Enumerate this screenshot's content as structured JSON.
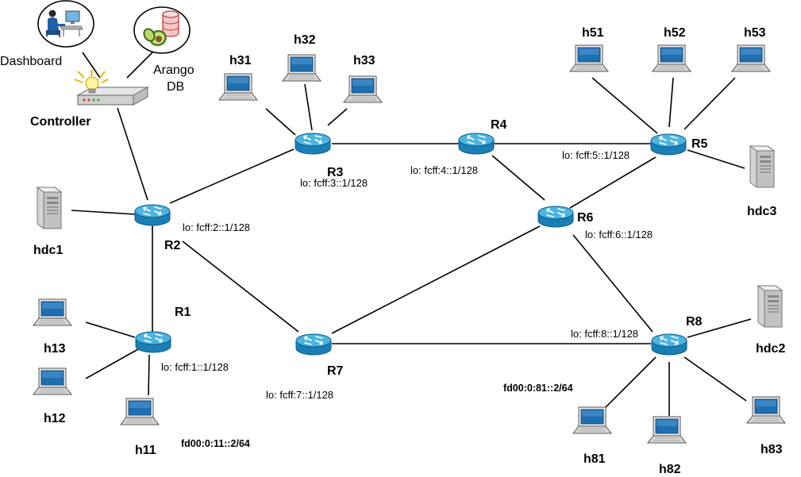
{
  "routers": [
    {
      "id": "R1",
      "label": "R1",
      "lo": "lo: fcff:1::1/128"
    },
    {
      "id": "R2",
      "label": "R2",
      "lo": "lo: fcff:2::1/128"
    },
    {
      "id": "R3",
      "label": "R3",
      "lo": "lo: fcff:3::1/128"
    },
    {
      "id": "R4",
      "label": "R4",
      "lo": "lo: fcff:4::1/128"
    },
    {
      "id": "R5",
      "label": "R5",
      "lo": "lo: fcff:5::1/128"
    },
    {
      "id": "R6",
      "label": "R6",
      "lo": "lo: fcff:6::1/128"
    },
    {
      "id": "R7",
      "label": "R7",
      "lo": "lo: fcff:7::1/128"
    },
    {
      "id": "R8",
      "label": "R8",
      "lo": "lo: fcff:8::1/128"
    }
  ],
  "hosts": [
    {
      "id": "h11",
      "label": "h11"
    },
    {
      "id": "h12",
      "label": "h12"
    },
    {
      "id": "h13",
      "label": "h13"
    },
    {
      "id": "h31",
      "label": "h31"
    },
    {
      "id": "h32",
      "label": "h32"
    },
    {
      "id": "h33",
      "label": "h33"
    },
    {
      "id": "h51",
      "label": "h51"
    },
    {
      "id": "h52",
      "label": "h52"
    },
    {
      "id": "h53",
      "label": "h53"
    },
    {
      "id": "h81",
      "label": "h81"
    },
    {
      "id": "h82",
      "label": "h82"
    },
    {
      "id": "h83",
      "label": "h83"
    }
  ],
  "servers": [
    {
      "id": "hdc1",
      "label": "hdc1"
    },
    {
      "id": "hdc2",
      "label": "hdc2"
    },
    {
      "id": "hdc3",
      "label": "hdc3"
    }
  ],
  "controller": {
    "label": "Controller"
  },
  "dashboard": {
    "label": "Dashboard"
  },
  "arangodb": {
    "label_line1": "Arango",
    "label_line2": "DB"
  },
  "prefixes": {
    "r1_hosts": "fd00:0:11::2/64",
    "r8_hosts": "fd00:0:81::2/64"
  },
  "links": [
    [
      "R1",
      "R2"
    ],
    [
      "R2",
      "R3"
    ],
    [
      "R2",
      "R7"
    ],
    [
      "R3",
      "R4"
    ],
    [
      "R4",
      "R5"
    ],
    [
      "R4",
      "R6"
    ],
    [
      "R5",
      "R6"
    ],
    [
      "R6",
      "R7"
    ],
    [
      "R6",
      "R8"
    ],
    [
      "R7",
      "R8"
    ],
    [
      "R1",
      "h11"
    ],
    [
      "R1",
      "h12"
    ],
    [
      "R1",
      "h13"
    ],
    [
      "R2",
      "hdc1"
    ],
    [
      "R2",
      "Controller"
    ],
    [
      "R3",
      "h31"
    ],
    [
      "R3",
      "h32"
    ],
    [
      "R3",
      "h33"
    ],
    [
      "R5",
      "h51"
    ],
    [
      "R5",
      "h52"
    ],
    [
      "R5",
      "h53"
    ],
    [
      "R5",
      "hdc3"
    ],
    [
      "R8",
      "h81"
    ],
    [
      "R8",
      "h82"
    ],
    [
      "R8",
      "h83"
    ],
    [
      "R8",
      "hdc2"
    ],
    [
      "Controller",
      "Dashboard"
    ],
    [
      "Controller",
      "ArangoDB"
    ]
  ],
  "colors": {
    "router_body": "#1f8fc4",
    "router_top": "#49b6e0",
    "line": "#000000"
  }
}
